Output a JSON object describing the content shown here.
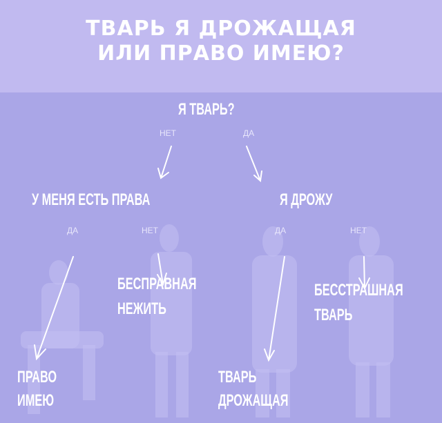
{
  "header": {
    "title_line1": "ТВАРЬ Я ДРОЖАЩАЯ",
    "title_line2": "ИЛИ ПРАВО ИМЕЮ?"
  },
  "root": {
    "question": "Я ТВАРЬ?",
    "no": "НЕТ",
    "yes": "ДА"
  },
  "left": {
    "question": "У МЕНЯ ЕСТЬ ПРАВА",
    "yes": "ДА",
    "no": "НЕТ",
    "yes_result_line1": "ПРАВО",
    "yes_result_line2": "ИМЕЮ",
    "no_result_line1": "БЕСПРАВНАЯ",
    "no_result_line2": "НЕЖИТЬ"
  },
  "right": {
    "question": "Я ДРОЖУ",
    "yes": "ДА",
    "no": "НЕТ",
    "yes_result_line1": "ТВАРЬ",
    "yes_result_line2": "ДРОЖАЩАЯ",
    "no_result_line1": "БЕССТРАШНАЯ",
    "no_result_line2": "ТВАРЬ"
  },
  "colors": {
    "header_bg": "#c1baf0",
    "body_bg": "#aaa6e7",
    "text": "#ffffff"
  }
}
